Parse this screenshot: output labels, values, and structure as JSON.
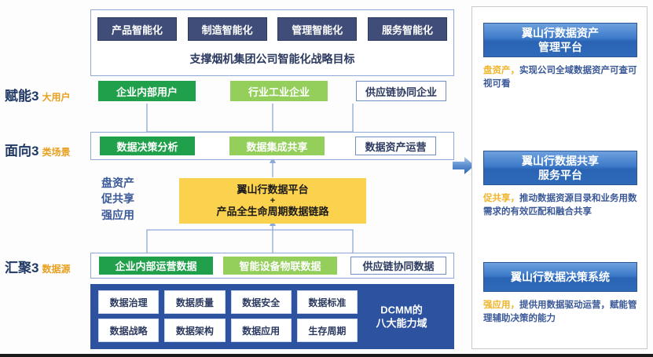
{
  "diagram": {
    "goal": {
      "chips": [
        {
          "label": "产品智能化"
        },
        {
          "label": "制造智能化"
        },
        {
          "label": "管理智能化"
        },
        {
          "label": "服务智能化"
        }
      ],
      "caption": "支撑烟机集团公司智能化战略目标"
    },
    "rows": [
      {
        "label_main": "赋能3",
        "label_sub": "大用户",
        "items": [
          {
            "label": "企业内部用户",
            "style": "green-dark"
          },
          {
            "label": "行业工业企业",
            "style": "green-light"
          },
          {
            "label": "供应链协同企业",
            "style": "outline"
          }
        ]
      },
      {
        "label_main": "面向3",
        "label_sub": "类场景",
        "items": [
          {
            "label": "数据决策分析",
            "style": "green-dark"
          },
          {
            "label": "数据集成共享",
            "style": "green-light"
          },
          {
            "label": "数据资产运营",
            "style": "outline"
          }
        ]
      },
      {
        "label_main": "汇聚3",
        "label_sub": "数据源",
        "items": [
          {
            "label": "企业内部运营数据",
            "style": "green-dark"
          },
          {
            "label": "智能设备物联数据",
            "style": "green-light"
          },
          {
            "label": "供应链协同数据",
            "style": "outline"
          }
        ]
      }
    ],
    "slogan": [
      "盘资产",
      "促共享",
      "强应用"
    ],
    "platform": {
      "line1": "翼山行数据平台",
      "plus": "+",
      "line2": "产品全生命周期数据链路"
    },
    "dcmm": {
      "cells": [
        "数据治理",
        "数据质量",
        "数据安全",
        "数据标准",
        "数据战略",
        "数据架构",
        "数据应用",
        "生存周期"
      ],
      "title_line1": "DCMM的",
      "title_line2": "八大能力域"
    }
  },
  "right_panel": {
    "cards": [
      {
        "title_line1": "翼山行数据资产",
        "title_line2": "管理平台",
        "desc_highlight": "盘资产，",
        "desc_text": "实现公司全域数据资产可查可视可看"
      },
      {
        "title_line1": "翼山行数据共享",
        "title_line2": "服务平台",
        "desc_highlight": "促共享，",
        "desc_text": "推动数据资源目录和业务用数需求的有效匹配和融合共享"
      },
      {
        "title_line1": "翼山行数据决策系统",
        "title_line2": "",
        "desc_highlight": "强应用，",
        "desc_text": "提供用数据驱动运营，赋能管理辅助决策的能力"
      }
    ]
  },
  "colors": {
    "navy": "#3f4d78",
    "green_dark": "#21a04b",
    "green_light": "#94ce5b",
    "yellow": "#fbd24e",
    "royal_blue": "#2c52a0",
    "accent_orange": "#e8a020",
    "connector": "#8ea9d8"
  }
}
